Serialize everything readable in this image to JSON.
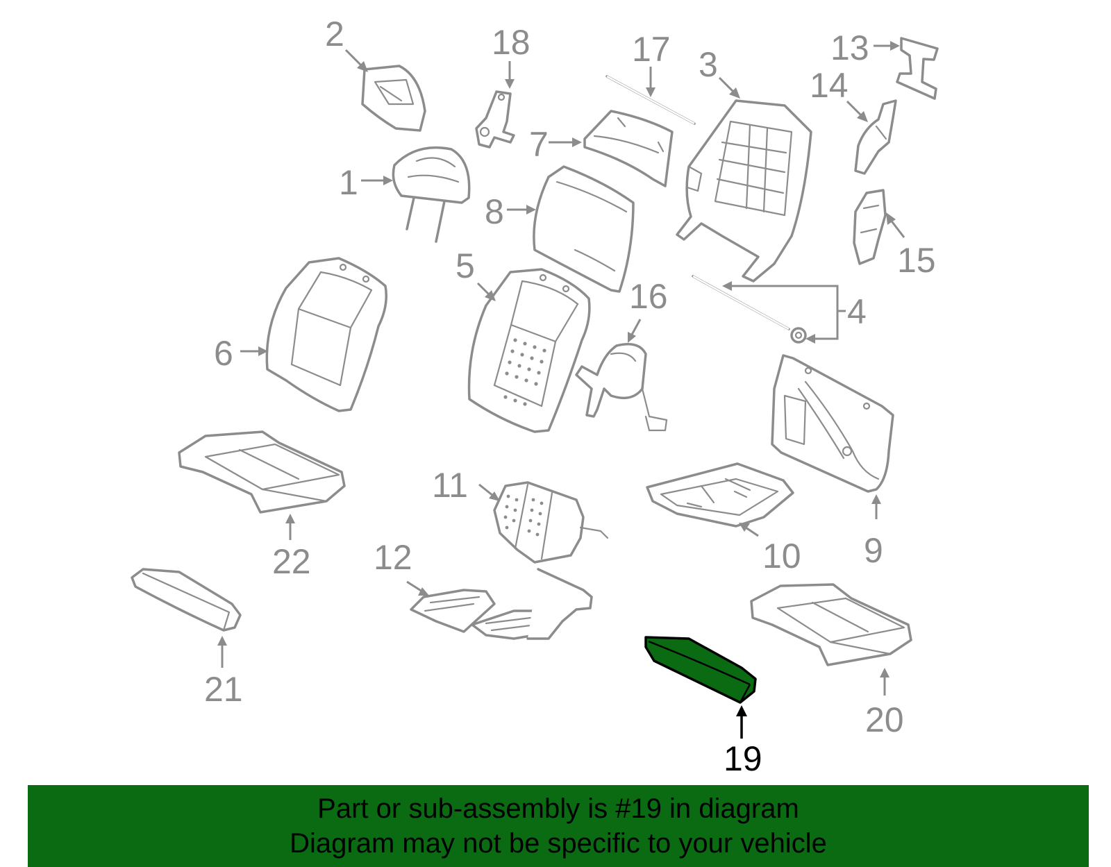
{
  "diagram": {
    "highlighted_part": "19",
    "colors": {
      "part_line": "#8c8c8c",
      "highlight_fill": "#0b6b12",
      "highlight_line": "#000000",
      "banner_background": "#0b6b12",
      "banner_text": "#000000"
    },
    "callouts": {
      "c1": "1",
      "c2": "2",
      "c3": "3",
      "c4": "4",
      "c5": "5",
      "c6": "6",
      "c7": "7",
      "c8": "8",
      "c9": "9",
      "c10": "10",
      "c11": "11",
      "c12": "12",
      "c13": "13",
      "c14": "14",
      "c15": "15",
      "c16": "16",
      "c17": "17",
      "c18": "18",
      "c19": "19",
      "c20": "20",
      "c21": "21",
      "c22": "22"
    }
  },
  "banner": {
    "line1": "Part or sub-assembly is #19 in diagram",
    "line2": "Diagram may not be specific to your vehicle"
  }
}
